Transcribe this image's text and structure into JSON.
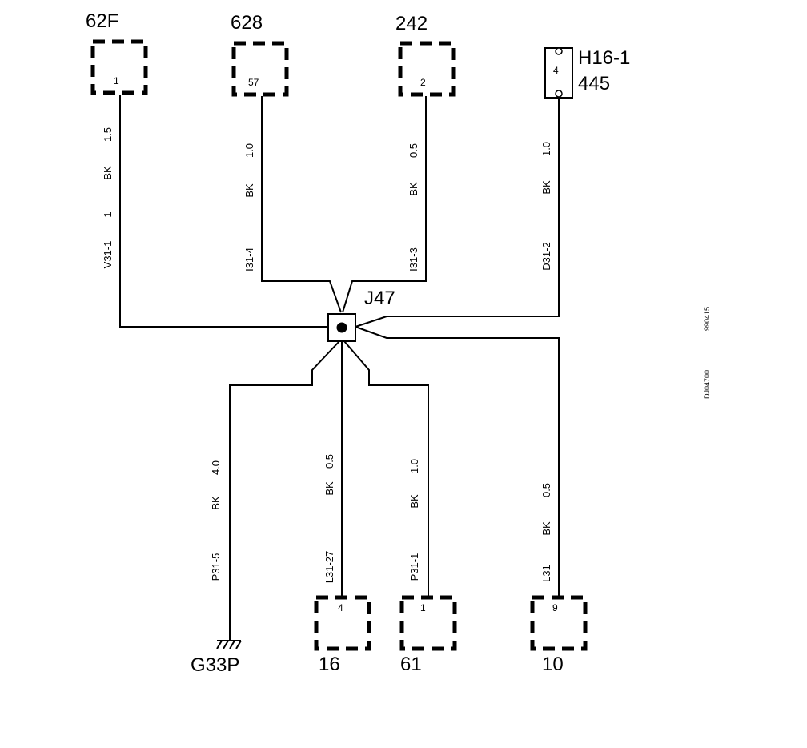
{
  "connectors": {
    "c62f": {
      "name": "62F",
      "pin": "1"
    },
    "c628": {
      "name": "628",
      "pin": "57"
    },
    "c242": {
      "name": "242",
      "pin": "2"
    },
    "ch16": {
      "name": "H16-1",
      "sub": "445",
      "pin": "4"
    },
    "c16": {
      "name": "16",
      "pin": "4"
    },
    "c61": {
      "name": "61",
      "pin": "1"
    },
    "c10": {
      "name": "10",
      "pin": "9"
    }
  },
  "ground": {
    "name": "G33P"
  },
  "junction": {
    "name": "J47"
  },
  "wires": {
    "w62f": {
      "size": "1.5",
      "color": "BK",
      "extra": "1",
      "circuit": "V31-1"
    },
    "w628": {
      "size": "1.0",
      "color": "BK",
      "circuit": "I31-4"
    },
    "w242": {
      "size": "0.5",
      "color": "BK",
      "circuit": "I31-3"
    },
    "wh16": {
      "size": "1.0",
      "color": "BK",
      "circuit": "D31-2"
    },
    "wg33": {
      "size": "4.0",
      "color": "BK",
      "circuit": "P31-5"
    },
    "w16": {
      "size": "0.5",
      "color": "BK",
      "circuit": "L31-27"
    },
    "w61": {
      "size": "1.0",
      "color": "BK",
      "circuit": "P31-1"
    },
    "w10": {
      "size": "0.5",
      "color": "BK",
      "circuit": "L31"
    }
  },
  "side_codes": {
    "date": "990415",
    "drawing": "DJ04700"
  }
}
